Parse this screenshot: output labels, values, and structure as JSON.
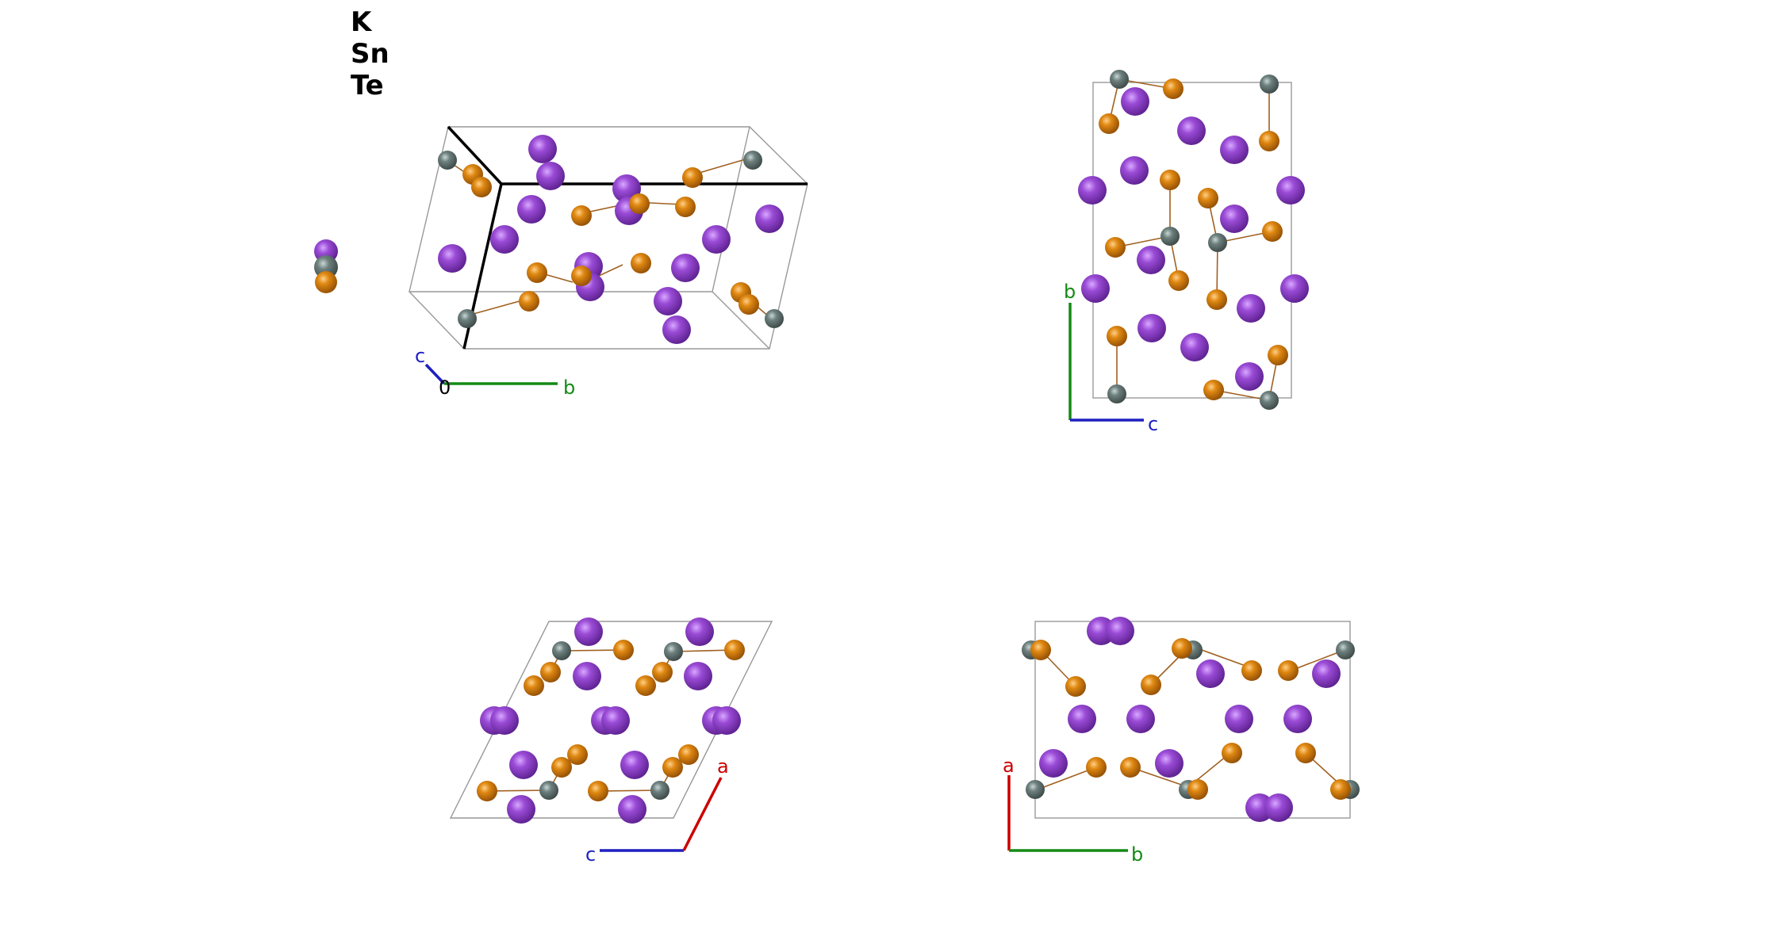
{
  "legend": {
    "items": [
      "K",
      "Sn",
      "Te"
    ]
  },
  "colors": {
    "K": "#8a3fc6",
    "Sn": "#5f7270",
    "Te": "#d27a0c",
    "a": "#cc0000",
    "b": "#138a13",
    "c": "#1f1fc0",
    "origin": "#000000"
  },
  "views": [
    {
      "id": "perspective",
      "axes": {
        "c": "c",
        "b": "b",
        "origin": "0"
      }
    },
    {
      "id": "a-axis",
      "axes": {
        "b": "b",
        "c": "c"
      }
    },
    {
      "id": "b-axis",
      "axes": {
        "a": "a",
        "c": "c"
      }
    },
    {
      "id": "c-axis",
      "axes": {
        "a": "a",
        "b": "b"
      }
    }
  ]
}
